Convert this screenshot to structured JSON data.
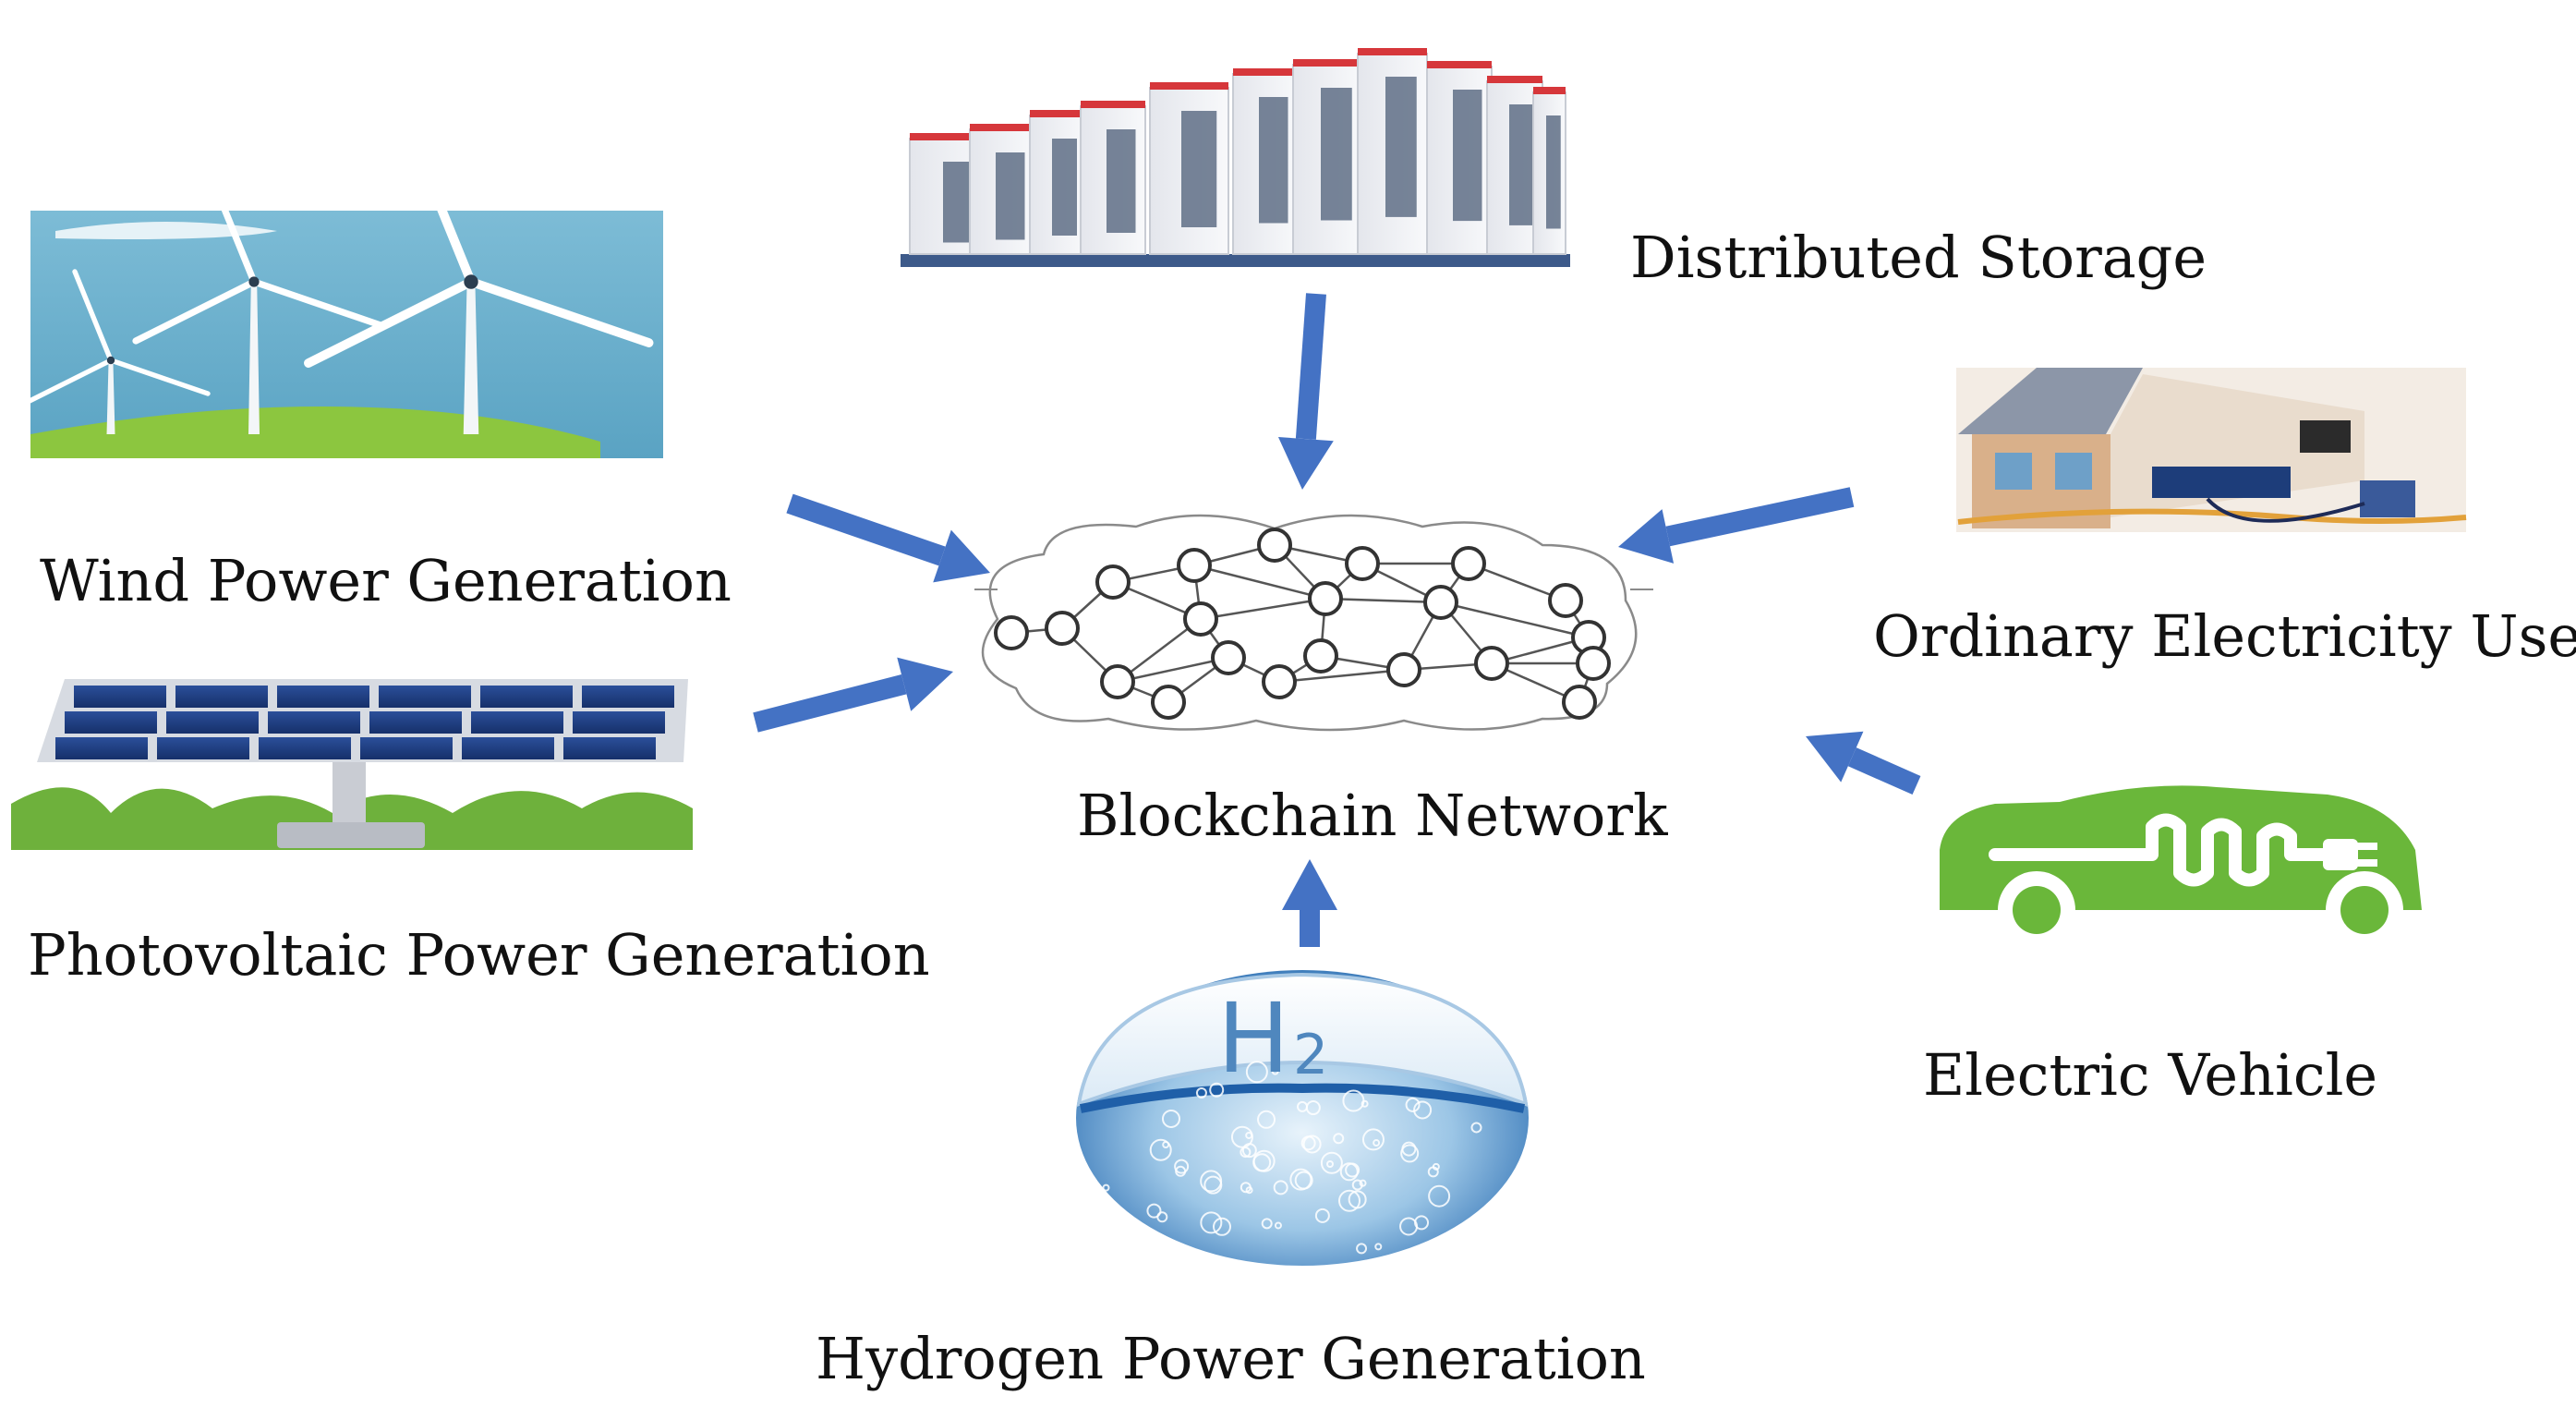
{
  "diagram": {
    "center": {
      "label": "Blockchain Network"
    },
    "nodes": [
      {
        "id": "distributed-storage",
        "label": "Distributed Storage"
      },
      {
        "id": "wind",
        "label": "Wind Power Generation"
      },
      {
        "id": "ordinary-user",
        "label": "Ordinary Electricity User"
      },
      {
        "id": "photovoltaic",
        "label": "Photovoltaic Power Generation"
      },
      {
        "id": "electric-vehicle",
        "label": "Electric Vehicle"
      },
      {
        "id": "hydrogen",
        "label": "Hydrogen Power Generation"
      }
    ],
    "hydrogen_symbol": "H2",
    "colors": {
      "arrow": "#4472C4",
      "sky": "#6fb2cf",
      "grass": "#8cc63f",
      "panel": "#1f3a7a",
      "ev": "#6ab73a",
      "water": "#3d7fc4",
      "storage_cap": "#d6373b"
    }
  }
}
